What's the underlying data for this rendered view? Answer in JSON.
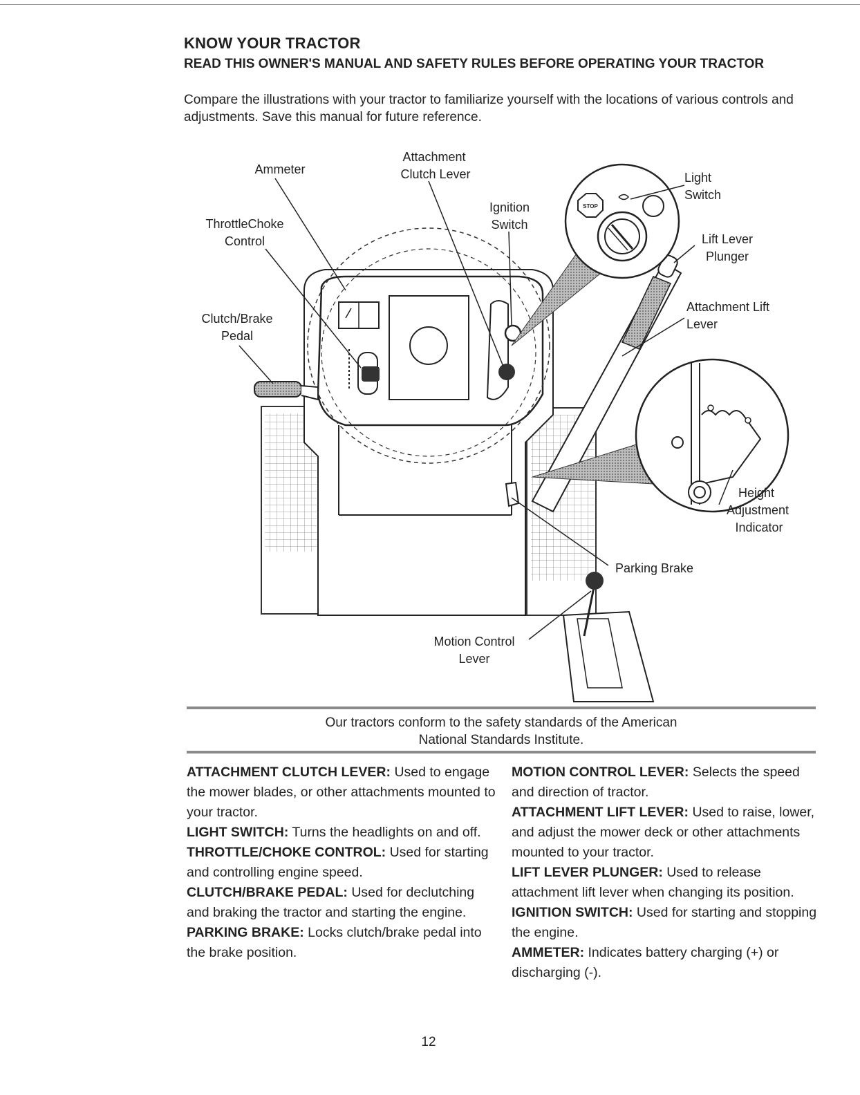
{
  "heading": {
    "title": "KNOW YOUR TRACTOR",
    "subtitle": "READ THIS OWNER'S MANUAL AND SAFETY RULES BEFORE OPERATING YOUR TRACTOR",
    "intro": "Compare the illustrations with your tractor to familiarize yourself with the locations of various controls and adjustments. Save this manual for future reference."
  },
  "figure": {
    "labels": {
      "attachment_clutch_lever_1": "Attachment",
      "attachment_clutch_lever_2": "Clutch Lever",
      "ammeter": "Ammeter",
      "ignition_switch_1": "Ignition",
      "ignition_switch_2": "Switch",
      "light_switch_1": "Light",
      "light_switch_2": "Switch",
      "throttle_choke_1": "ThrottleChoke",
      "throttle_choke_2": "Control",
      "lift_lever_plunger_1": "Lift Lever",
      "lift_lever_plunger_2": "Plunger",
      "attachment_lift_lever_1": "Attachment Lift",
      "attachment_lift_lever_2": "Lever",
      "clutch_brake_pedal_1": "Clutch/Brake",
      "clutch_brake_pedal_2": "Pedal",
      "height_adjustment_1": "Height",
      "height_adjustment_2": "Adjustment",
      "height_adjustment_3": "Indicator",
      "parking_brake": "Parking Brake",
      "motion_control_lever_1": "Motion Control",
      "motion_control_lever_2": "Lever",
      "stop_sign": "STOP"
    }
  },
  "standards_note": {
    "line1": "Our tractors conform to the safety standards of the American",
    "line2": "National Standards Institute."
  },
  "descriptions": {
    "left": [
      {
        "term": "ATTACHMENT CLUTCH LEVER",
        "text": "Used to engage the mower blades, or other attachments mounted to your tractor."
      },
      {
        "term": "LIGHT SWITCH",
        "text": "Turns the headlights on and off."
      },
      {
        "term": "THROTTLE/CHOKE CONTROL",
        "text": "Used for starting and controlling engine speed."
      },
      {
        "term": "CLUTCH/BRAKE PEDAL",
        "text": "Used for declutching and braking the tractor and starting the engine."
      },
      {
        "term": "PARKING BRAKE",
        "text": "Locks clutch/brake pedal into the brake position."
      }
    ],
    "right": [
      {
        "term": "MOTION CONTROL LEVER",
        "text": "Selects the speed and direction of tractor."
      },
      {
        "term": "ATTACHMENT LIFT LEVER",
        "text": "Used to raise, lower, and adjust the mower deck or other attachments mounted to your tractor."
      },
      {
        "term": "LIFT LEVER PLUNGER",
        "text": "Used to release attachment lift lever when changing its position."
      },
      {
        "term": "IGNITION SWITCH",
        "text": "Used for starting and stopping the engine."
      },
      {
        "term": "AMMETER",
        "text": "Indicates battery charging (+) or discharging (-)."
      }
    ]
  },
  "page_number": "12"
}
